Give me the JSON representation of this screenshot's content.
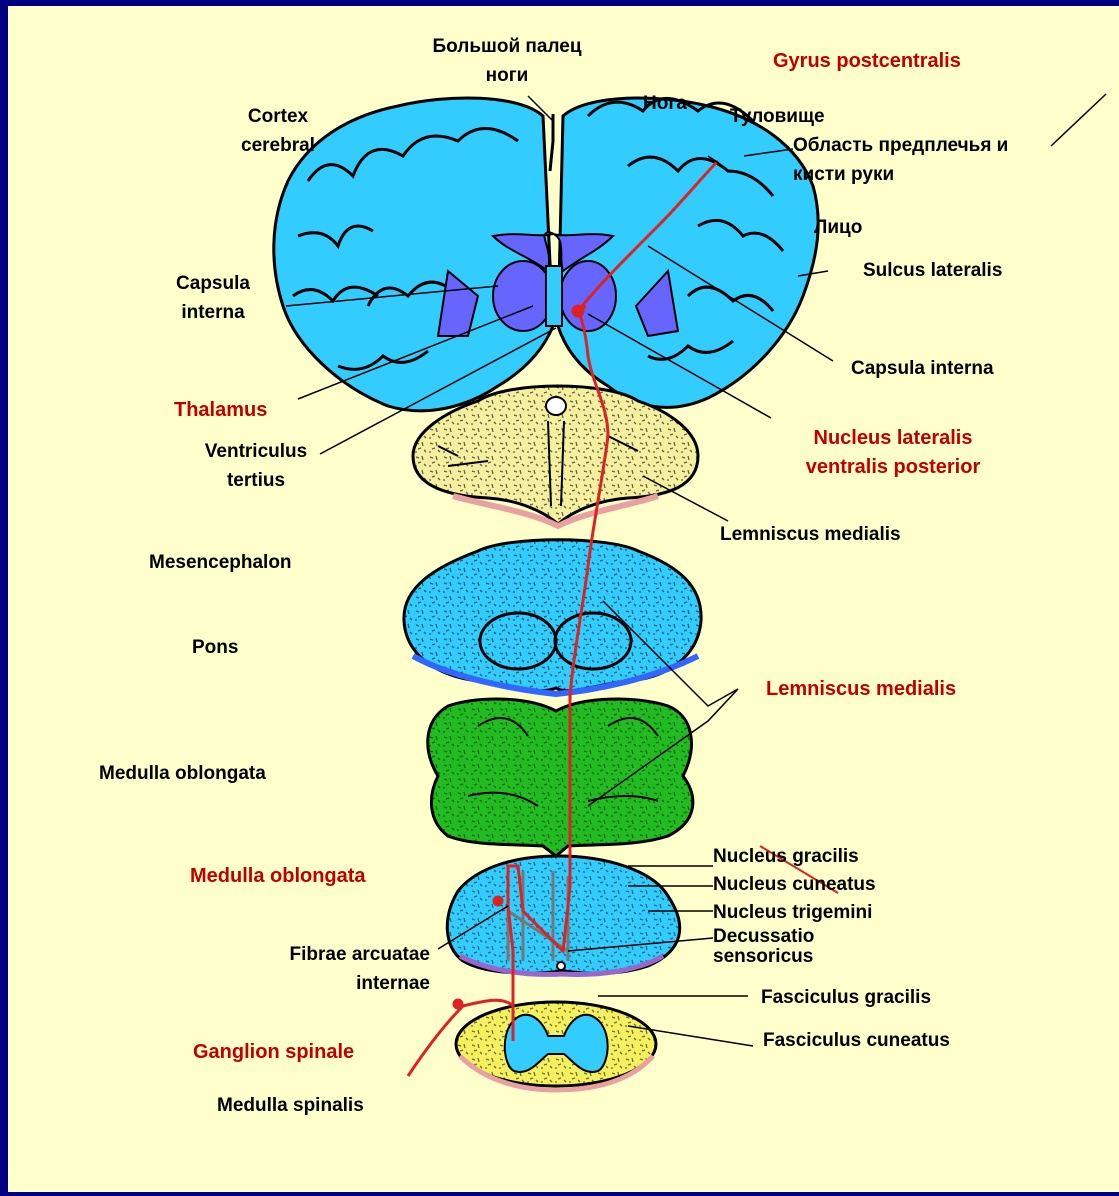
{
  "colors": {
    "frame": "#000080",
    "background": "#FFFFCC",
    "cortex": "#33CCFF",
    "nuclei": "#6666FF",
    "midbrain": "#F5F0A0",
    "medulla_oblongata": "#22BB22",
    "spinal_cord": "#F5F060",
    "pathway": "#DD2222",
    "label_red": "#C00000",
    "label_black": "#000000"
  },
  "labels": {
    "big_toe": "Большой палец\nноги",
    "gyrus_postcentralis": "Gyrus postcentralis",
    "leg": "Нога",
    "trunk": "Туловище",
    "forearm_hand": "Область предплечья и\nкисти руки",
    "face": "Лицо",
    "cortex_cerebral": "Cortex\ncerebral",
    "sulcus_lateralis": "Sulcus lateralis",
    "capsula_interna_left": "Capsula\ninterna",
    "capsula_interna_right": "Capsula interna",
    "thalamus": "Thalamus",
    "ventriculus_tertius": "Ventriculus\ntertius",
    "nucleus_lateralis": "Nucleus lateralis\nventralis posterior",
    "lemniscus_medialis_upper": "Lemniscus medialis",
    "mesencephalon": "Mesencephalon",
    "pons": "Pons",
    "lemniscus_medialis_red": "Lemniscus medialis",
    "medulla_oblongata_black": "Medulla oblongata",
    "medulla_oblongata_red": "Medulla oblongata",
    "nucleus_gracilis": "Nucleus gracilis",
    "nucleus_cuneatus": "Nucleus cuneatus",
    "nucleus_trigemini": "Nucleus trigemini",
    "decussatio_sensoricus": "Decussatio\nsensoricus",
    "fibrae_arcuatae": "Fibrae arcuatae\ninternae",
    "fasciculus_gracilis": "Fasciculus gracilis",
    "fasciculus_cuneatus": "Fasciculus cuneatus",
    "ganglion_spinale": "Ganglion spinale",
    "medulla_spinalis": "Medulla spinalis"
  }
}
